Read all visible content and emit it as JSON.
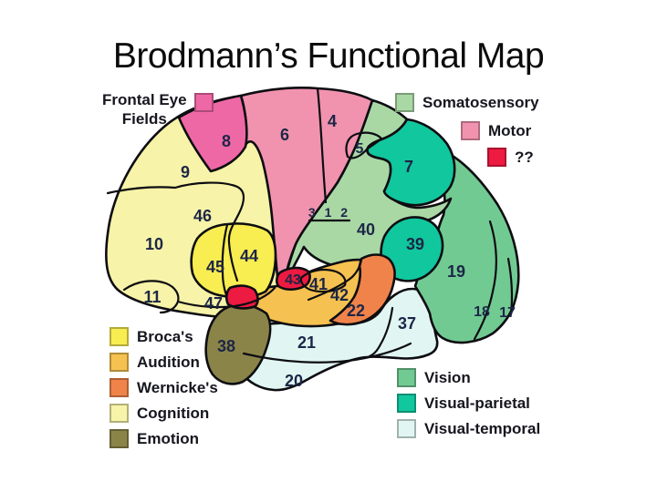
{
  "title": "Brodmann’s Functional Map",
  "colors": {
    "frontal_eye_fields": "#ef68a6",
    "motor": "#f193ae",
    "somatosensory": "#a9d8a5",
    "unknown_red": "#ed1a41",
    "brocas": "#f8ed51",
    "audition": "#f5c150",
    "wernickes": "#f0834a",
    "cognition": "#f7f3a8",
    "emotion": "#8b8449",
    "vision": "#72ca93",
    "visual_parietal": "#11c79d",
    "visual_temporal": "#e1f6f2",
    "outline": "#0d0d12",
    "number_text": "#1d2647"
  },
  "legend_top_left": {
    "line1": "Frontal Eye",
    "line2": "Fields"
  },
  "legend_top_right": [
    {
      "label": "Somatosensory"
    },
    {
      "label": "Motor"
    },
    {
      "label": "??"
    }
  ],
  "legend_bottom_left": [
    {
      "label": "Broca's"
    },
    {
      "label": "Audition"
    },
    {
      "label": "Wernicke's"
    },
    {
      "label": "Cognition"
    },
    {
      "label": "Emotion"
    }
  ],
  "legend_bottom_right": [
    {
      "label": "Vision"
    },
    {
      "label": "Visual-parietal"
    },
    {
      "label": "Visual-temporal"
    }
  ],
  "areas": {
    "a9": "9",
    "a8": "8",
    "a6": "6",
    "a4": "4",
    "a5": "5",
    "a7": "7",
    "a46": "46",
    "a10": "10",
    "a312": "3 1 2",
    "a40": "40",
    "a39": "39",
    "a44": "44",
    "a45": "45",
    "a19": "19",
    "a11": "11",
    "a47": "47",
    "a43": "43",
    "a41": "41",
    "a42": "42",
    "a22": "22",
    "a18": "18",
    "a17": "17",
    "a37": "37",
    "a21": "21",
    "a38": "38",
    "a20": "20"
  }
}
